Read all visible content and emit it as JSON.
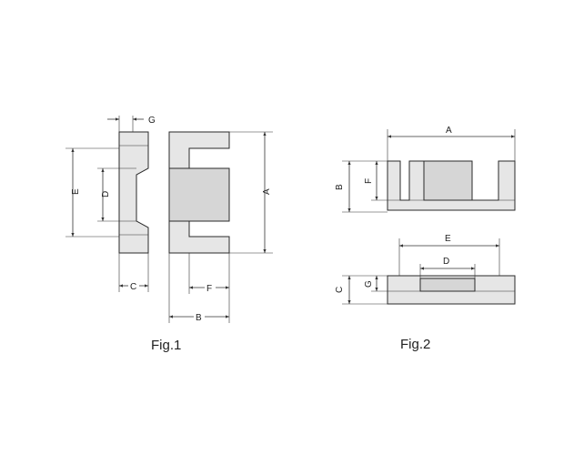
{
  "figures": [
    {
      "caption": "Fig.1",
      "dimensions": [
        "G",
        "E",
        "D",
        "C",
        "A",
        "F",
        "B"
      ]
    },
    {
      "caption": "Fig.2",
      "dimensions": [
        "A",
        "B",
        "F",
        "E",
        "D",
        "C",
        "G"
      ]
    }
  ]
}
